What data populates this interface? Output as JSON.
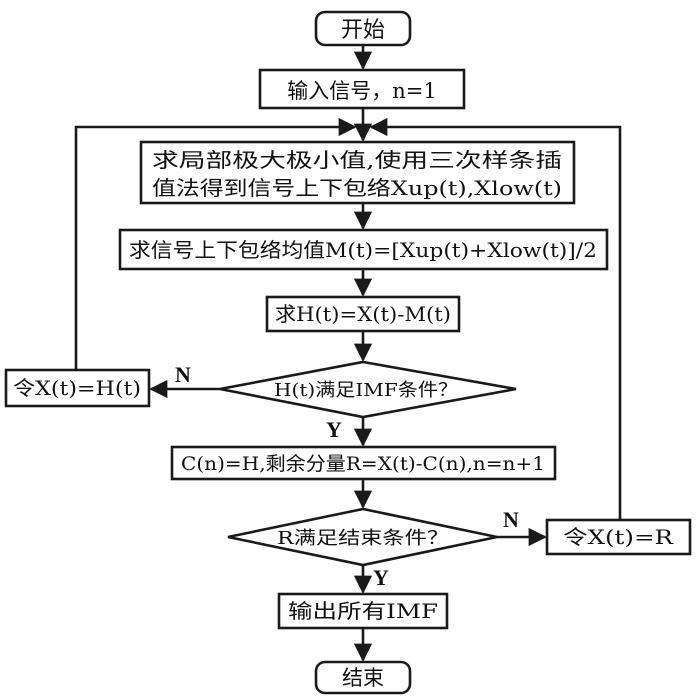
{
  "flowchart": {
    "start": "开始",
    "input": "输入信号，n=1",
    "envelope_line1": "求局部极大极小值,使用三次样条插",
    "envelope_line2": "值法得到信号上下包络Xup(t),Xlow(t)",
    "mean": "求信号上下包络均值M(t)=[Xup(t)+Xlow(t)]/2",
    "h_calc": "求H(t)=X(t)-M(t)",
    "imf_check": "H(t)满足IMF条件？",
    "set_x_h": "令X(t)=H(t)",
    "component": "C(n)=H,剩余分量R=X(t)-C(n),n=n+1",
    "end_check": "R满足结束条件？",
    "set_x_r": "令X(t)=R",
    "output": "输出所有IMF",
    "end": "结束",
    "yes_label_1": "Y",
    "no_label_1": "N",
    "yes_label_2": "Y",
    "no_label_2": "N"
  }
}
